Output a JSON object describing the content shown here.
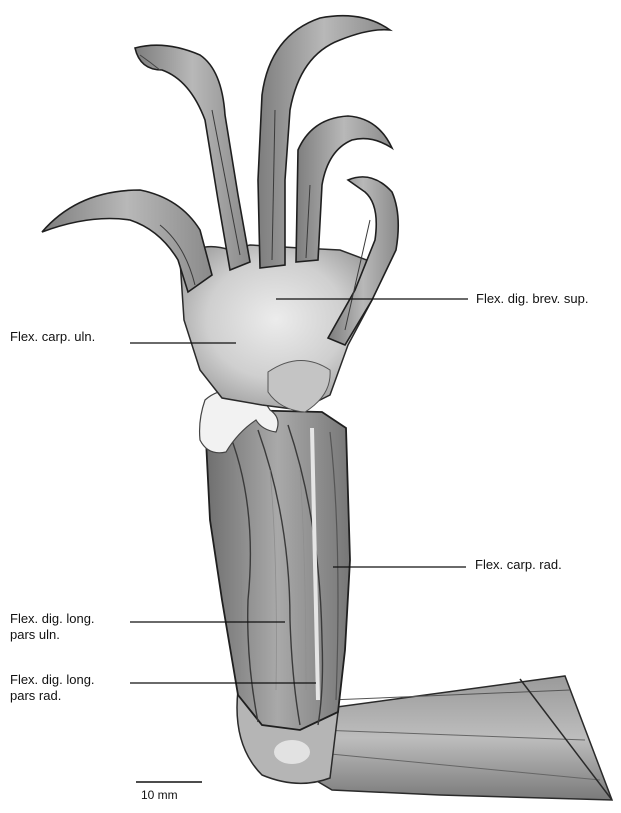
{
  "labels": {
    "flex_dig_brev_sup": "Flex. dig. brev. sup.",
    "flex_carp_uln": "Flex. carp. uln.",
    "flex_carp_rad": "Flex. carp.  rad.",
    "flex_dig_long_pars_uln": {
      "line1": "Flex. dig. long.",
      "line2": "pars uln."
    },
    "flex_dig_long_pars_rad": {
      "line1": "Flex. dig. long.",
      "line2": "pars rad."
    }
  },
  "scale_bar": {
    "label": "10 mm"
  }
}
